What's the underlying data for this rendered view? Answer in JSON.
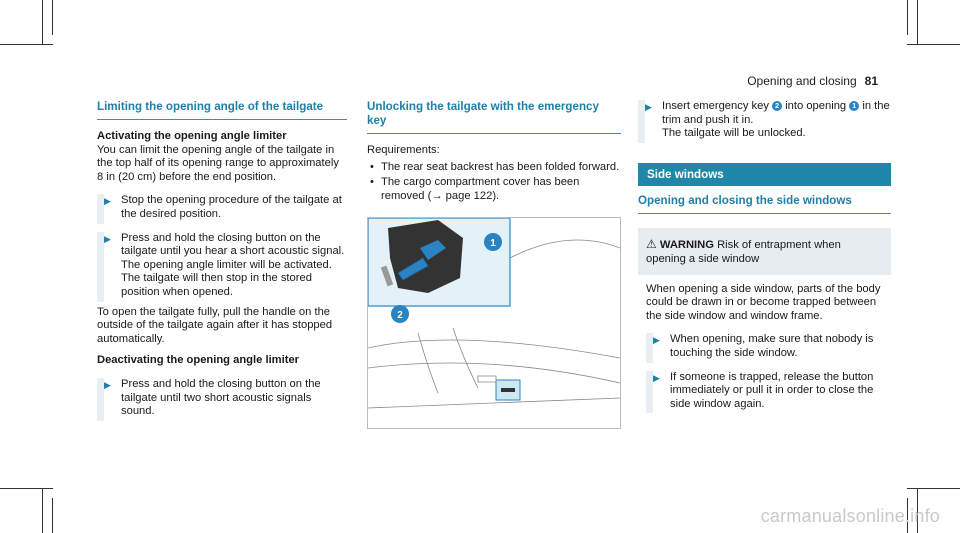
{
  "header": {
    "section": "Opening and closing",
    "page": "81"
  },
  "col1": {
    "heading": "Limiting the opening angle of the tailgate",
    "sub1": "Activating the opening angle limiter",
    "p1": "You can limit the opening angle of the tailgate in the top half of its opening range to approximately 8 in (20 cm) before the end position.",
    "step1": "Stop the opening procedure of the tailgate at the desired position.",
    "step2": "Press and hold the closing button on the tailgate until you hear a short acoustic signal.",
    "step2b": "The opening angle limiter will be activated.",
    "step2c": "The tailgate will then stop in the stored position when opened.",
    "p2": "To open the tailgate fully, pull the handle on the outside of the tailgate again after it has stopped automatically.",
    "sub2": "Deactivating the opening angle limiter",
    "step3": "Press and hold the closing button on the tailgate until two short acoustic signals sound."
  },
  "col2": {
    "heading": "Unlocking the tailgate with the emergency key",
    "req_label": "Requirements:",
    "req1": "The rear seat backrest has been folded forward.",
    "req2": "The cargo compartment cover has been removed (→ page 122).",
    "callout1": "1",
    "callout2": "2"
  },
  "col3": {
    "step_a1": "Insert emergency key",
    "step_a_key": "2",
    "step_a2": "into opening",
    "step_a_opening": "1",
    "step_a3": "in the trim and push it in.",
    "step_a4": "The tailgate will be unlocked.",
    "section": "Side windows",
    "heading": "Opening and closing the side windows",
    "warn_title": "WARNING",
    "warn_title_text": "Risk of entrapment when opening a side window",
    "warn_body": "When opening a side window, parts of the body could be drawn in or become trapped between the side window and window frame.",
    "warn_step1": "When opening, make sure that nobody is touching the side window.",
    "warn_step2": "If someone is trapped, release the button immediately or pull it in order to close the side window again."
  },
  "watermark": "carmanualsonline.info",
  "colors": {
    "accent": "#1f7fa8",
    "section_bar": "#1f88a9",
    "callout": "#2a84c4"
  }
}
